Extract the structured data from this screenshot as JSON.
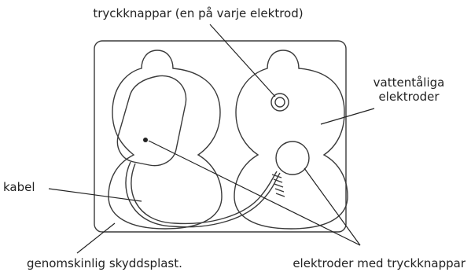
{
  "labels": {
    "snap_buttons": "tryckknappar (en på varje elektrod)",
    "waterproof_line1": "vattentåliga",
    "waterproof_line2": "elektroder",
    "cable": "kabel",
    "protective_plastic": "genomskinlig skyddsplast.",
    "electrodes_with_snaps": "elektroder med tryckknappar"
  },
  "colors": {
    "stroke": "#3a3a3a",
    "text": "#222222",
    "background": "#ffffff"
  }
}
